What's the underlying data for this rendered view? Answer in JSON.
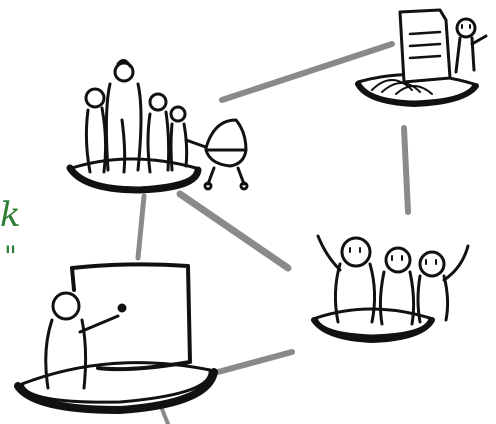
{
  "colors": {
    "ink": "#111111",
    "connector": "#8a8a8a",
    "accent_green": "#2e7d32",
    "background": "#ffffff"
  },
  "annotations": {
    "left_fragment_1": "k",
    "left_fragment_2": "\""
  },
  "nodes": [
    {
      "id": "family-group",
      "icon": "family-with-stroller-icon"
    },
    {
      "id": "document-person",
      "icon": "document-with-waving-person-icon"
    },
    {
      "id": "cheering-group",
      "icon": "three-cheering-people-icon"
    },
    {
      "id": "presenter",
      "icon": "person-presenting-at-board-icon"
    }
  ],
  "edges": [
    {
      "from": "family-group",
      "to": "document-person"
    },
    {
      "from": "document-person",
      "to": "cheering-group"
    },
    {
      "from": "family-group",
      "to": "cheering-group"
    },
    {
      "from": "family-group",
      "to": "presenter"
    },
    {
      "from": "presenter",
      "to": "cheering-group"
    }
  ]
}
